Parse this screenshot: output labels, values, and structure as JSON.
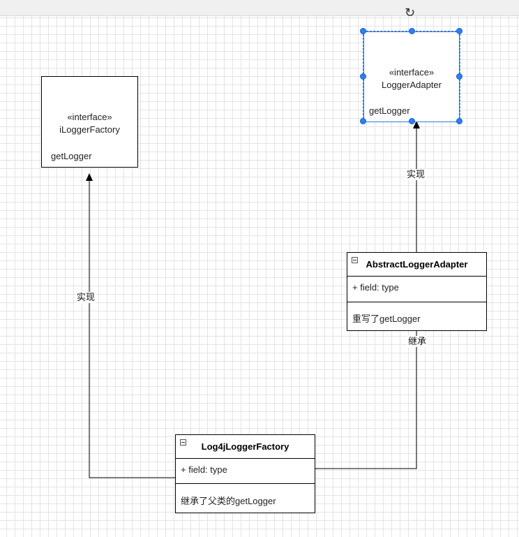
{
  "interface_factory": {
    "stereotype": "«interface»",
    "name": "iLoggerFactory",
    "method": "getLogger"
  },
  "interface_adapter": {
    "stereotype": "«interface»",
    "name": "LoggerAdapter",
    "method": "getLogger"
  },
  "abstract_adapter": {
    "name": "AbstractLoggerAdapter",
    "field": "+ field: type",
    "method": "重写了getLogger"
  },
  "log4j_factory": {
    "name": "Log4jLoggerFactory",
    "field": "+ field: type",
    "method": "继承了父类的getLogger"
  },
  "edges": {
    "implements_left": "实现",
    "implements_right": "实现",
    "inherits": "继承"
  },
  "icons": {
    "rotate": "rotate-icon",
    "collapse": "collapse-icon"
  },
  "colors": {
    "selection": "#2a7fff",
    "line": "#000000"
  }
}
